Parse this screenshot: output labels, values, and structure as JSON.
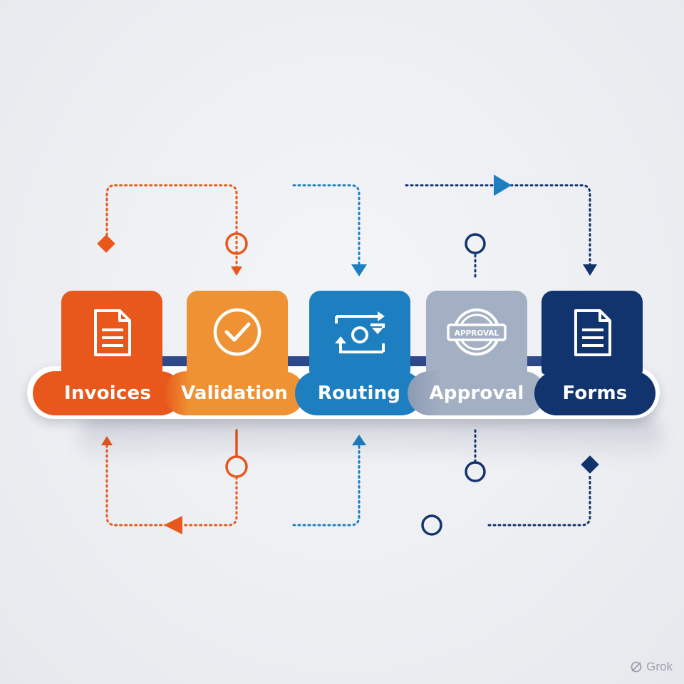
{
  "stages": [
    {
      "label": "Invoices",
      "icon": "document-icon",
      "color": "#e8581c"
    },
    {
      "label": "Validation",
      "icon": "checkmark-circle-icon",
      "color": "#ee9233"
    },
    {
      "label": "Routing",
      "icon": "routing-arrows-icon",
      "color": "#1d7fc0"
    },
    {
      "label": "Approval",
      "icon": "approval-stamp-icon",
      "color": "#a3afc2"
    },
    {
      "label": "Forms",
      "icon": "document-icon",
      "color": "#12346e"
    }
  ],
  "approval_stamp_text": "APPROVAL",
  "watermark": {
    "text": "Grok",
    "icon": "grok-logo-icon"
  },
  "colors": {
    "orange": "#e8581c",
    "amber": "#ee9233",
    "blue": "#1d7fc0",
    "gray": "#a3afc2",
    "navy": "#12346e"
  }
}
